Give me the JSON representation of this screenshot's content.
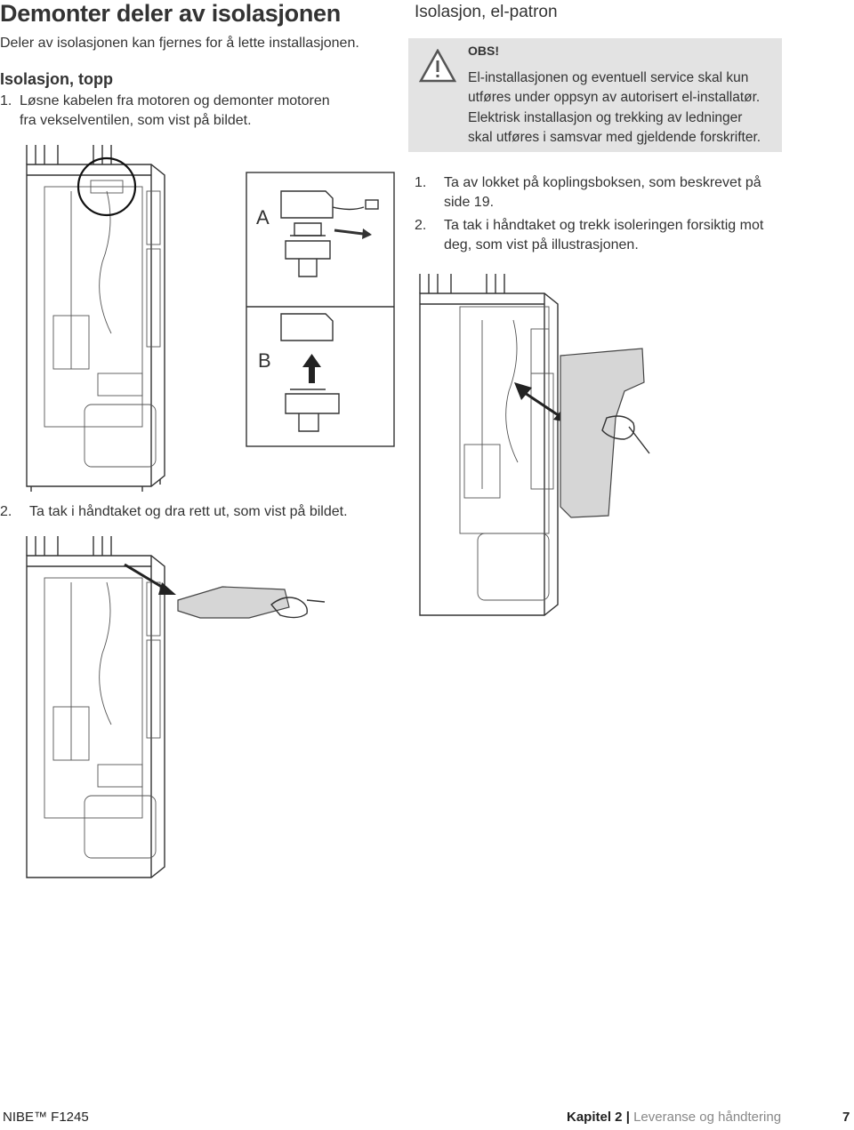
{
  "page": {
    "title": "Demonter deler av isolasjonen",
    "intro": "Deler av isolasjonen kan fjernes for å lette installasjonen."
  },
  "left": {
    "heading": "Isolasjon, topp",
    "step1_num": "1.",
    "step1_line1": "Løsne kabelen fra motoren og demonter motoren",
    "step1_line2": "fra vekselventilen, som vist på bildet.",
    "step2_num": "2.",
    "step2_text": "Ta tak i håndtaket og dra rett ut, som vist på bildet."
  },
  "figure_labels": {
    "a": "A",
    "b": "B"
  },
  "right": {
    "heading": "Isolasjon, el-patron",
    "obs_label": "OBS!",
    "obs_line1": "El-installasjonen og eventuell service skal kun",
    "obs_line2": "utføres under oppsyn av autorisert el-installatør.",
    "obs_line3": "Elektrisk installasjon og trekking av ledninger",
    "obs_line4": "skal utføres i samsvar med gjeldende forskrifter.",
    "step1_num": "1.",
    "step1_line1": "Ta av lokket på koplingsboksen, som beskrevet på",
    "step1_line2": "side 19.",
    "step2_num": "2.",
    "step2_line1": "Ta tak i håndtaket og trekk isoleringen forsiktig mot",
    "step2_line2": "deg, som vist på illustrasjonen."
  },
  "footer": {
    "brand": "NIBE™ F1245",
    "chapter_label": "Kapitel 2",
    "separator": "|",
    "chapter_title": "Leveranse og håndtering",
    "page_number": "7"
  },
  "colors": {
    "obs_background": "#e3e3e3",
    "footer_accent": "#888888",
    "text": "#333333"
  },
  "icons": [
    "warning-triangle-icon"
  ]
}
